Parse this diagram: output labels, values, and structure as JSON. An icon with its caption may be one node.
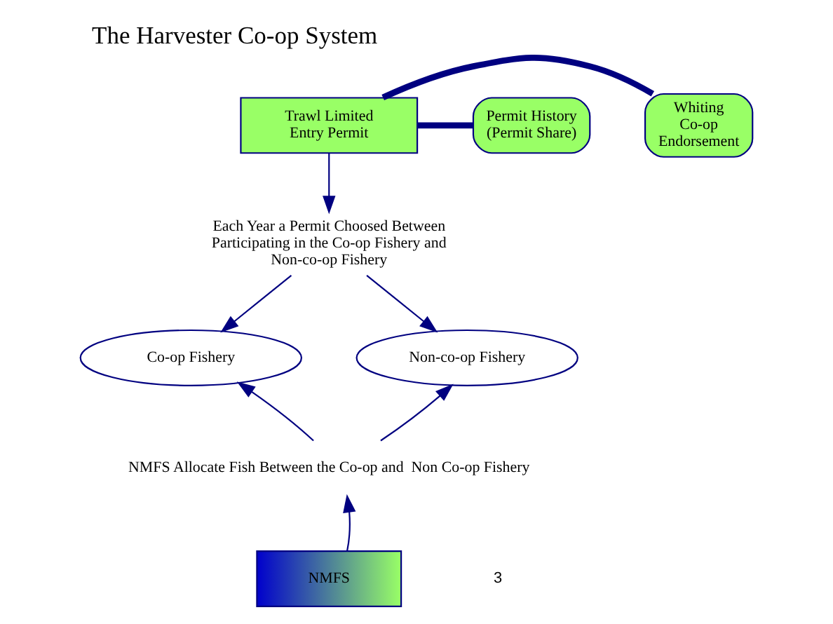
{
  "diagram": {
    "title": "The Harvester Co-op System",
    "nodes": [
      {
        "text": [
          "Trawl Limited Entry Permit"
        ]
      },
      {
        "text": [
          "Whiting Co-op Endorsement"
        ]
      },
      {
        "text": [
          "Permit History (Permit Share)"
        ]
      },
      {
        "text": [
          "Each Year a Permit Choosed Between Participating in the Co-op Fishery and Non-co-op Fishery"
        ]
      },
      {
        "text": [
          "Co-op Fishery"
        ]
      },
      {
        "text": [
          "Non-co-op Fishery"
        ]
      },
      {
        "text": [
          "NMFS Allocate Fish Between the Co-op and  Non Co-op Fishery"
        ]
      },
      {
        "text": [
          "NMFS"
        ]
      }
    ],
    "edges": [
      {
        "from": 0,
        "to": 1,
        "arrow": "none",
        "style": "thick"
      },
      {
        "from": 0,
        "to": 2,
        "arrow": "none",
        "style": "thick"
      },
      {
        "from": 0,
        "to": 3,
        "arrow": "to"
      },
      {
        "from": 3,
        "to": 4,
        "arrow": "to"
      },
      {
        "from": 3,
        "to": 5,
        "arrow": "to"
      },
      {
        "from": 6,
        "to": 4,
        "arrow": "to"
      },
      {
        "from": 6,
        "to": 5,
        "arrow": "to"
      },
      {
        "from": 7,
        "to": 6,
        "arrow": "to"
      }
    ],
    "labels": [
      "3"
    ]
  }
}
